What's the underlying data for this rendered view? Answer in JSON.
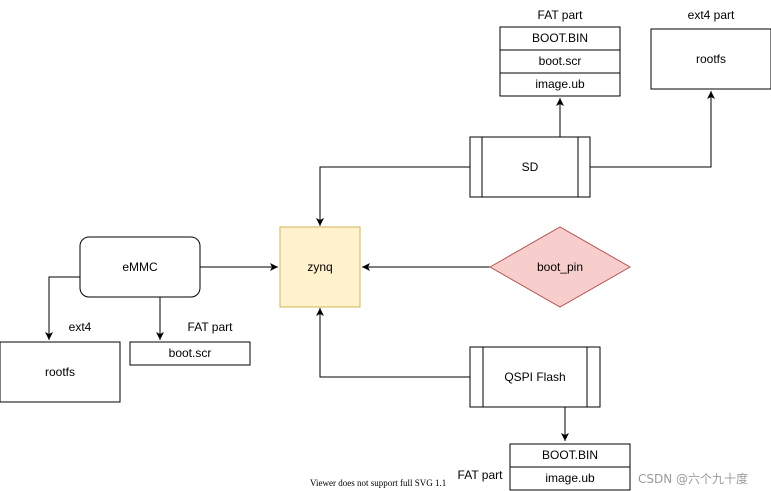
{
  "diagram": {
    "nodes": {
      "zynq": "zynq",
      "sd": "SD",
      "emmc": "eMMC",
      "boot_pin": "boot_pin",
      "qspi": "QSPI Flash",
      "sd_rootfs": "rootfs",
      "emmc_rootfs": "rootfs"
    },
    "groups": {
      "sd_fat": {
        "title": "FAT part",
        "rows": [
          "BOOT.BIN",
          "boot.scr",
          "image.ub"
        ]
      },
      "sd_ext4_title": "ext4 part",
      "emmc_ext4_title": "ext4",
      "emmc_fat": {
        "title": "FAT part",
        "rows": [
          "boot.scr"
        ]
      },
      "qspi_fat": {
        "title": "FAT part",
        "rows": [
          "BOOT.BIN",
          "image.ub"
        ]
      }
    },
    "colors": {
      "zynq_fill": "#fff2cc",
      "zynq_stroke": "#d6b656",
      "boot_pin_fill": "#f8cecc",
      "boot_pin_stroke": "#b85450"
    }
  },
  "footer": "Viewer does not support full SVG 1.1",
  "watermark": "CSDN @六个九十度"
}
